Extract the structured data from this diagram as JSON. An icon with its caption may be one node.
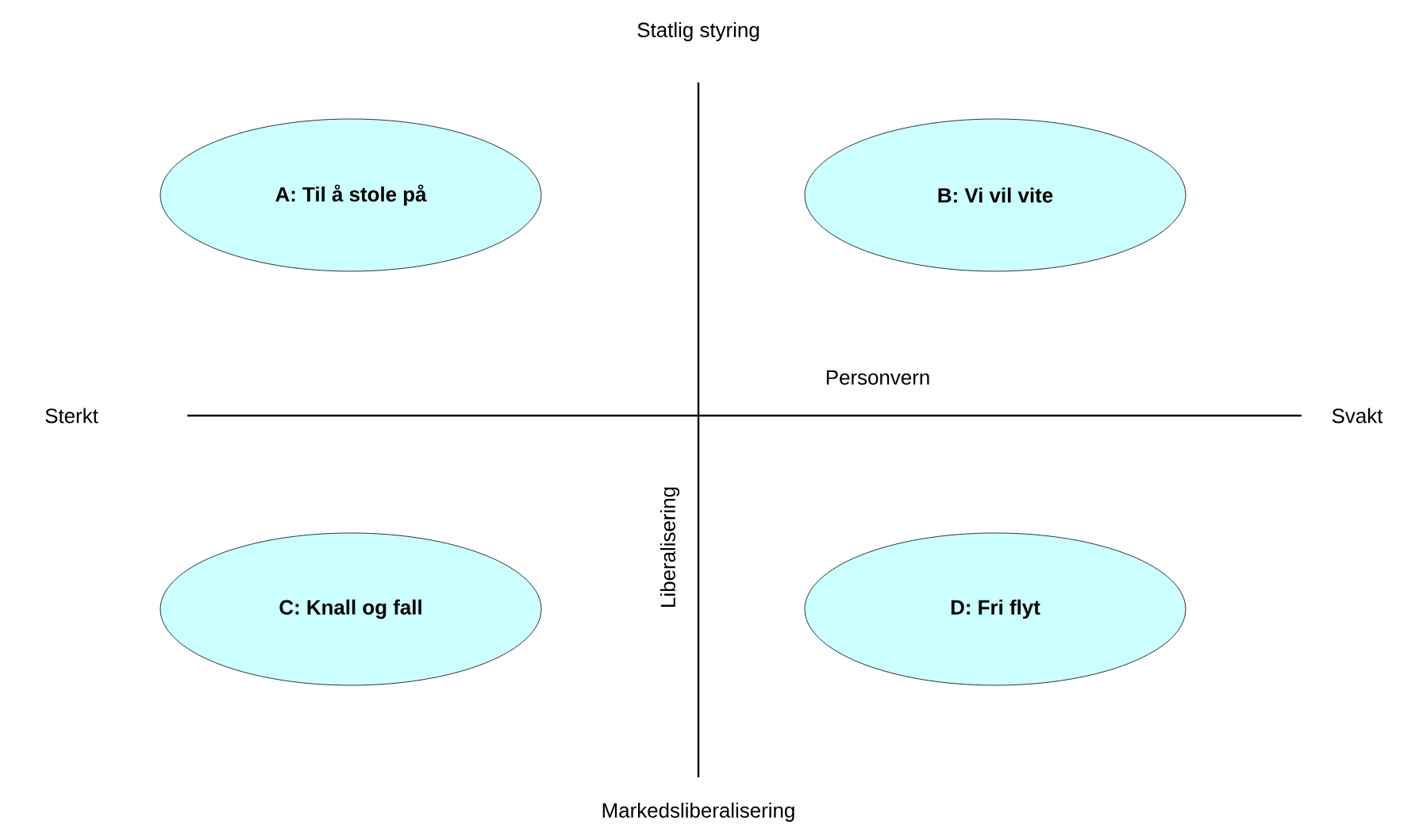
{
  "diagram": {
    "nodes": [
      {
        "text": [
          "A: Til å stole på"
        ]
      },
      {
        "text": [
          "B: Vi vil vite"
        ]
      },
      {
        "text": [
          "C: Knall og fall"
        ]
      },
      {
        "text": [
          "D: Fri flyt"
        ]
      }
    ],
    "labels": [
      "Statlig styring",
      "Personvern",
      "Sterkt",
      "Svakt",
      "Liberalisering",
      "Markedsliberalisering"
    ]
  }
}
